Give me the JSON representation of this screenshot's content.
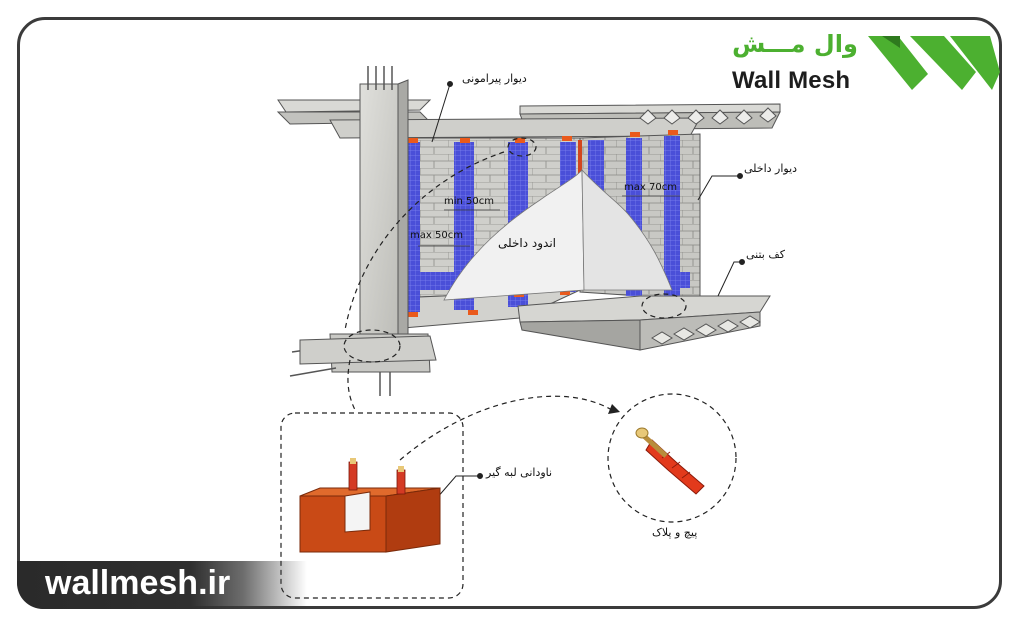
{
  "brand": {
    "name_fa": "وال مـــش",
    "name_en": "Wall Mesh",
    "accent_color": "#4cb030",
    "website": "wallmesh.ir"
  },
  "labels": {
    "perimeter_wall": "دیوار پیرامونی",
    "interior_wall": "دیوار داخلی",
    "concrete_floor": "کف بتنی",
    "interior_plaster": "اندود داخلی",
    "min_spacing": "min 50cm",
    "max_spacing_left": "max 50cm",
    "max_spacing_right": "max 70cm",
    "channel": "ناودانی لبه گیر",
    "screw_anchor": "پیچ و پلاک"
  },
  "colors": {
    "mesh_blue": "#4a4fd8",
    "channel_red": "#c94a16",
    "concrete": "#d4d4d0",
    "plaster": "#f1f1f1"
  }
}
